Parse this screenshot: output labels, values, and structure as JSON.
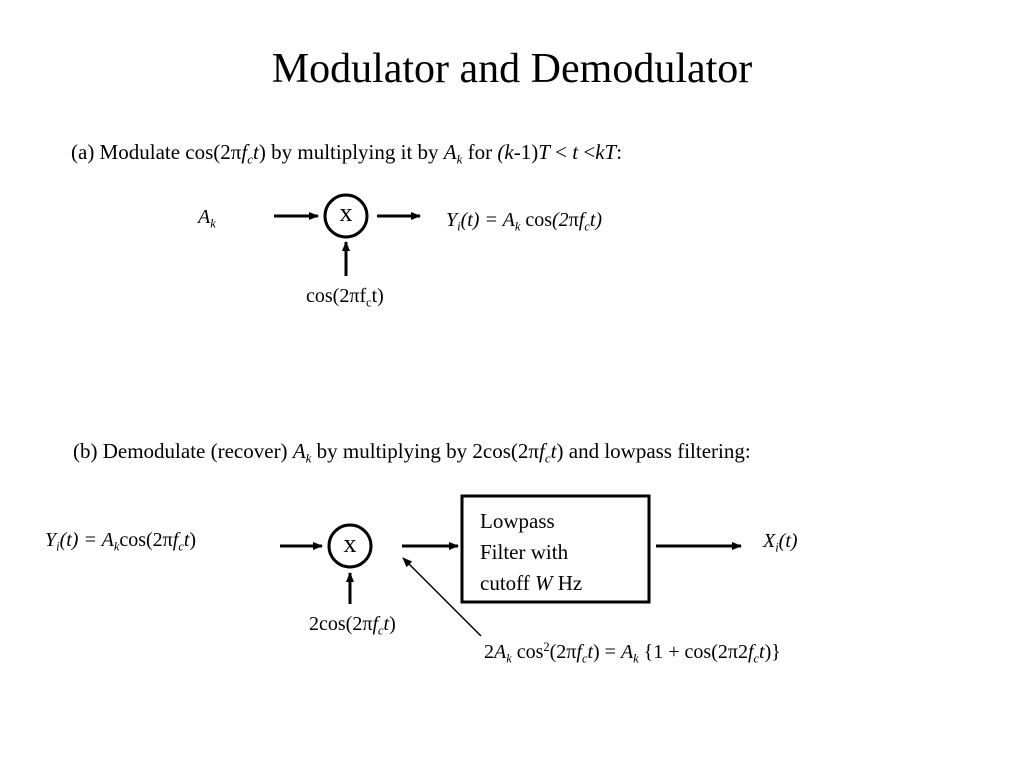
{
  "title": "Modulator and Demodulator",
  "part_a": {
    "caption": {
      "prefix": "(a) Modulate cos(2",
      "pi": "π",
      "f": "f",
      "c": "c",
      "t": "t",
      "close": ")",
      "mid": " by multiplying it by ",
      "A": "A",
      "k": "k",
      "for": " for ",
      "range_open": "(",
      "range_k": "k",
      "range_minus1": "-1)",
      "T": "T",
      "lt1": " < ",
      "t2": "t",
      "lt2": " <",
      "kT": "kT",
      "colon": ":"
    },
    "input_label": {
      "A": "A",
      "k": "k"
    },
    "multiplier_symbol": "x",
    "carrier_label": {
      "prefix": "cos(2",
      "pi": "π",
      "f": "f",
      "c": "c",
      "suffix": "t)"
    },
    "output_label": {
      "Y": "Y",
      "i": "i",
      "t": "(t) = ",
      "A": "A",
      "k": "k",
      "cos": " cos",
      "open": "(2",
      "pi": "π",
      "f": "f",
      "c": "c",
      "t2": "t)"
    }
  },
  "part_b": {
    "caption": {
      "prefix": "(b) Demodulate (recover) ",
      "A": "A",
      "k": "k",
      "mid": " by multiplying by 2cos(2",
      "pi": "π",
      "f": "f",
      "c": "c",
      "t": "t",
      "suffix": ") and lowpass filtering:"
    },
    "input_label": {
      "Y": "Y",
      "i": "i",
      "t": "(t) = ",
      "A": "A",
      "k": "k",
      "cos": "cos(2",
      "pi": "π",
      "f": "f",
      "c": "c",
      "t2": "t",
      "close": ")"
    },
    "multiplier_symbol": "x",
    "carrier_label": {
      "prefix": "2cos(2",
      "pi": "π",
      "f": "f",
      "c": "c",
      "t": "t",
      "close": ")"
    },
    "filter": {
      "line1": "Lowpass",
      "line2": "Filter with",
      "line3_prefix": "cutoff ",
      "line3_W": "W",
      "line3_suffix": " Hz"
    },
    "output_label": {
      "X": "X",
      "i": "i",
      "t": "(t)"
    },
    "product_label": {
      "two": "2",
      "A": "A",
      "k": "k",
      "cos": " cos",
      "sq": "2",
      "open": "(2",
      "pi": "π",
      "f": "f",
      "c": "c",
      "t": "t",
      "eq": ") = ",
      "A2": "A",
      "k2": "k",
      "brace": " {1 + cos(2",
      "pi2": "π",
      "two2": "2",
      "f2": "f",
      "c2": "c",
      "t2": "t",
      "close": ")}"
    }
  }
}
